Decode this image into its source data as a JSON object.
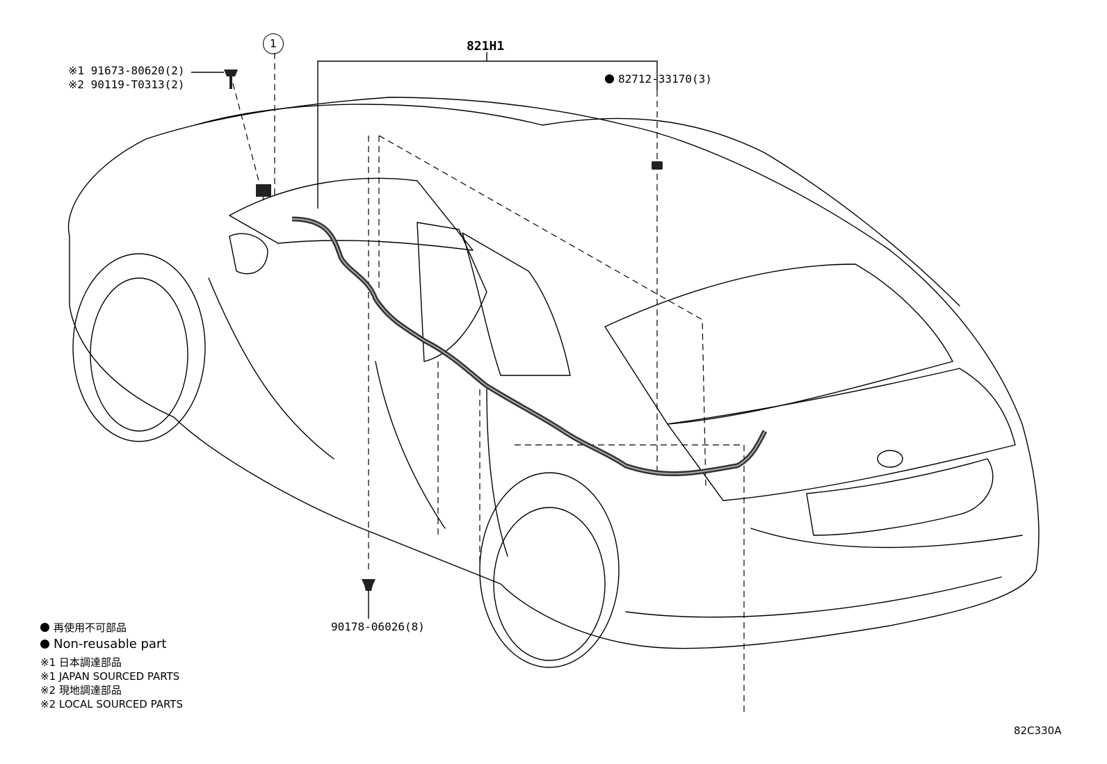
{
  "callout": {
    "number": "1"
  },
  "labels": {
    "harness": "821H1",
    "bolt_japan": "※1 91673-80620(2)",
    "bolt_local": "※2 90119-T0313(2)",
    "clip_top": "82712-33170(3)",
    "clip_bottom": "90178-06026(8)"
  },
  "legend": {
    "nonreusable_ja": "再使用不可部品",
    "nonreusable_en": "Non-reusable part",
    "japan_ja": "※1 日本調達部品",
    "japan_en": "※1 JAPAN SOURCED PARTS",
    "local_ja": "※2 現地調達部品",
    "local_en": "※2 LOCAL SOURCED PARTS"
  },
  "reference_code": "82C330A"
}
